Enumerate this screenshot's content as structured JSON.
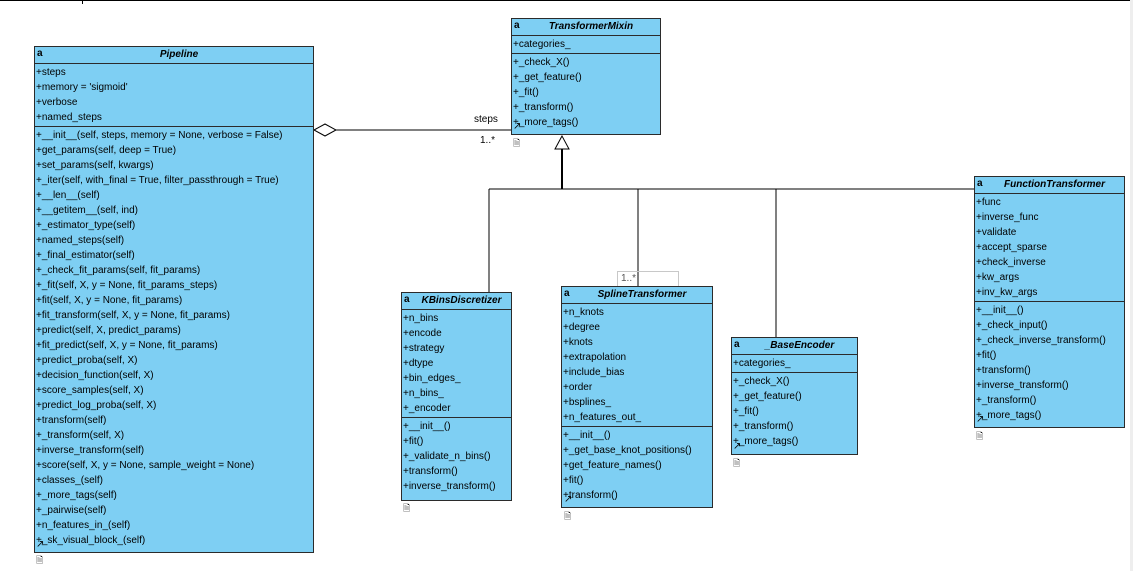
{
  "classes": {
    "pipeline": {
      "name": "Pipeline",
      "attributes": [
        "+steps",
        "+memory = 'sigmoid'",
        "+verbose",
        "+named_steps"
      ],
      "operations": [
        "+__init__(self, steps, memory = None, verbose = False)",
        "+get_params(self, deep = True)",
        "+set_params(self, kwargs)",
        "+_iter(self, with_final = True, filter_passthrough = True)",
        "+__len__(self)",
        "+__getitem__(self, ind)",
        "+_estimator_type(self)",
        "+named_steps(self)",
        "+_final_estimator(self)",
        "+_check_fit_params(self, fit_params)",
        "+_fit(self, X, y = None, fit_params_steps)",
        "+fit(self, X, y = None, fit_params)",
        "+fit_transform(self, X, y = None, fit_params)",
        "+predict(self, X, predict_params)",
        "+fit_predict(self, X, y = None, fit_params)",
        "+predict_proba(self, X)",
        "+decision_function(self, X)",
        "+score_samples(self, X)",
        "+predict_log_proba(self, X)",
        "+transform(self)",
        "+_transform(self, X)",
        "+inverse_transform(self)",
        "+score(self, X, y = None, sample_weight = None)",
        "+classes_(self)",
        "+_more_tags(self)",
        "+_pairwise(self)",
        "+n_features_in_(self)",
        "+_sk_visual_block_(self)"
      ]
    },
    "transformer_mixin": {
      "name": "TransformerMixin",
      "attributes": [
        "+categories_"
      ],
      "operations": [
        "+_check_X()",
        "+_get_feature()",
        "+_fit()",
        "+_transform()",
        "+_more_tags()"
      ]
    },
    "kbins": {
      "name": "KBinsDiscretizer",
      "attributes": [
        "+n_bins",
        "+encode",
        "+strategy",
        "+dtype",
        "+bin_edges_",
        "+n_bins_",
        "+_encoder"
      ],
      "operations": [
        "+__init__()",
        "+fit()",
        "+_validate_n_bins()",
        "+transform()",
        "+inverse_transform()"
      ]
    },
    "spline": {
      "name": "SplineTransformer",
      "attributes": [
        "+n_knots",
        "+degree",
        "+knots",
        "+extrapolation",
        "+include_bias",
        "+order",
        "+bsplines_",
        "+n_features_out_"
      ],
      "operations": [
        "+__init__()",
        "+_get_base_knot_positions()",
        "+get_feature_names()",
        "+fit()",
        "+transform()"
      ]
    },
    "base_encoder": {
      "name": "_BaseEncoder",
      "attributes": [
        "+categories_"
      ],
      "operations": [
        "+_check_X()",
        "+_get_feature()",
        "+_fit()",
        "+_transform()",
        "+_more_tags()"
      ]
    },
    "function_transformer": {
      "name": "FunctionTransformer",
      "attributes": [
        "+func",
        "+inverse_func",
        "+validate",
        "+accept_sparse",
        "+check_inverse",
        "+kw_args",
        "+inv_kw_args"
      ],
      "operations": [
        "+__init__()",
        "+_check_input()",
        "+_check_inverse_transform()",
        "+fit()",
        "+transform()",
        "+inverse_transform()",
        "+_transform()",
        "+_more_tags()"
      ]
    }
  },
  "relations": {
    "aggregation_role": "steps",
    "aggregation_multiplicity": "1..*",
    "ghost_multiplicity": "1..*"
  },
  "icons": {
    "class_marker": "a",
    "note_icon": "document-icon",
    "link_icon": "arrow-link-icon"
  },
  "colors": {
    "class_fill": "#7ecff3",
    "line": "#000000"
  }
}
